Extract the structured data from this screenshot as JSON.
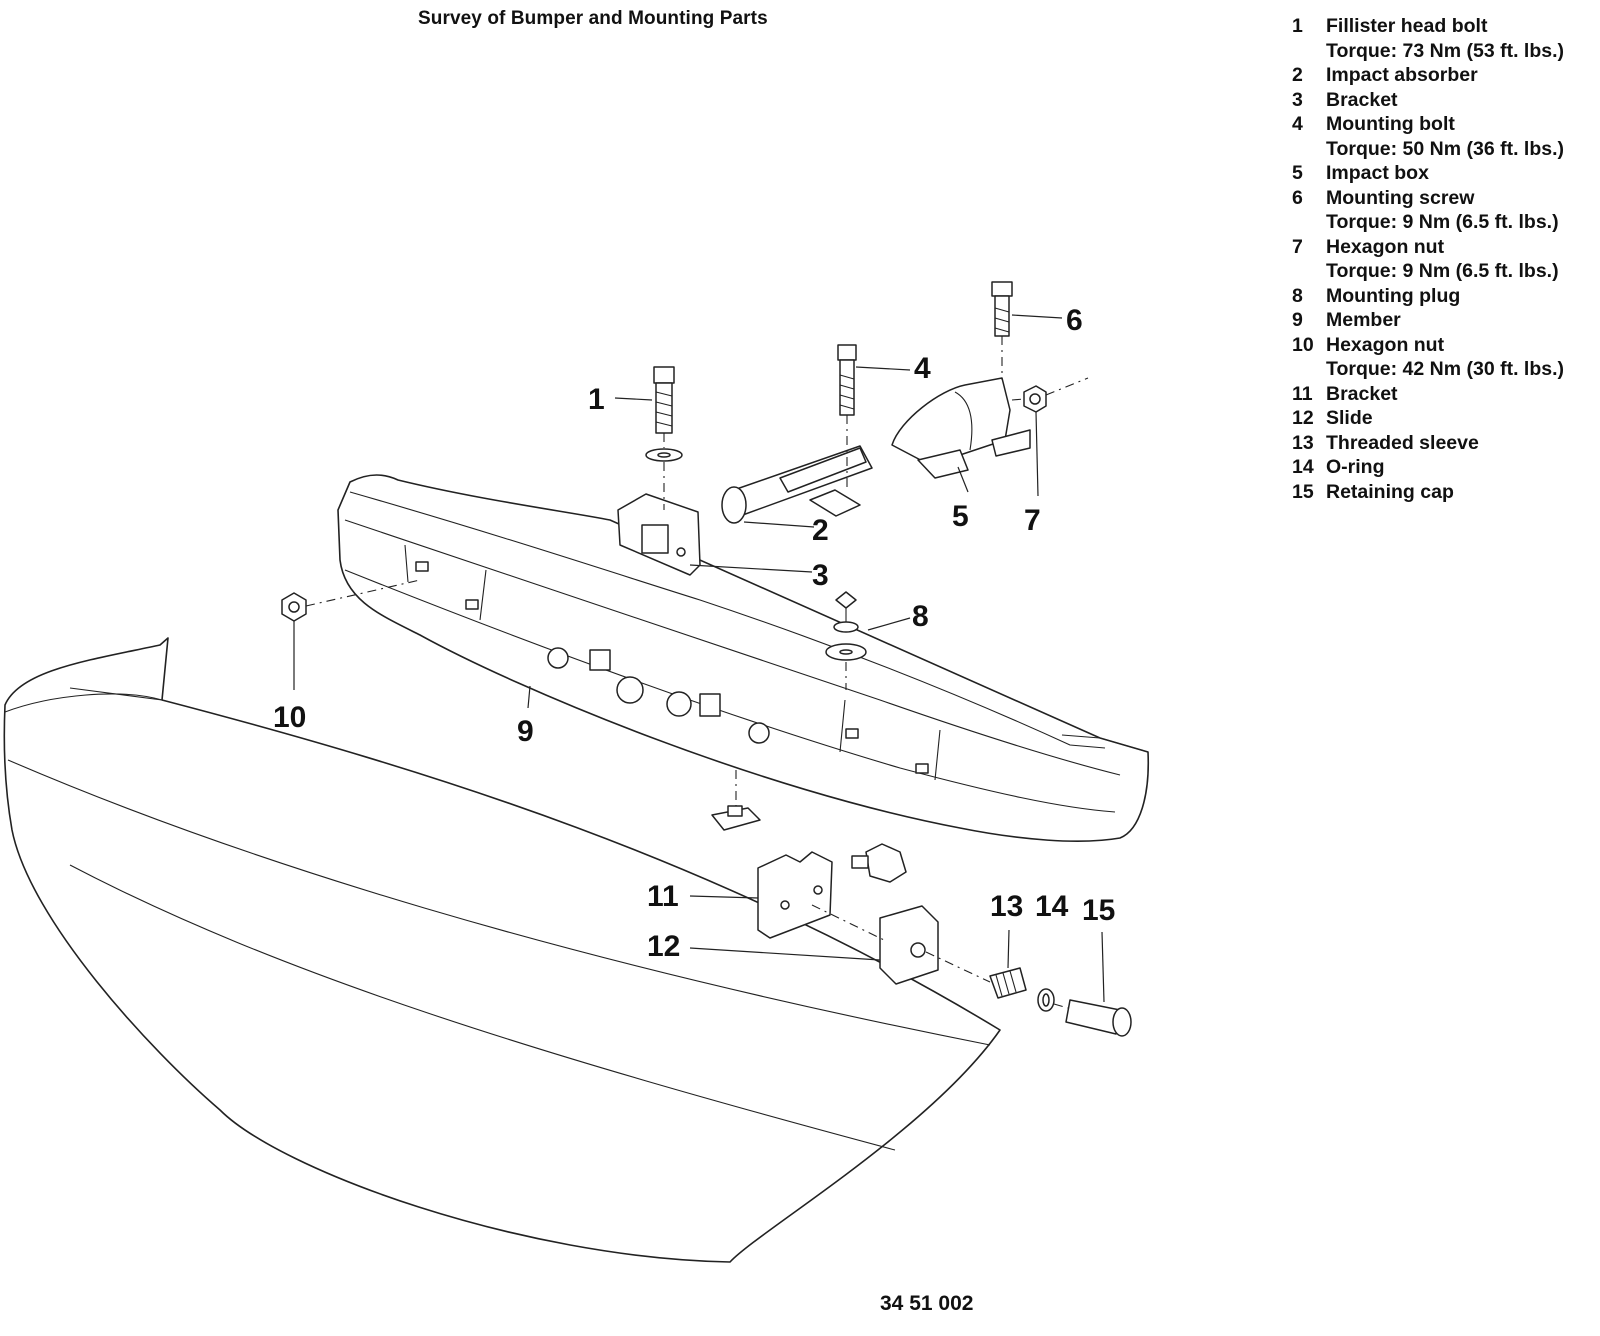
{
  "title": "Survey of Bumper and Mounting Parts",
  "figure_id": "34 51 002",
  "legend": [
    {
      "number": "1",
      "name": "Fillister head bolt",
      "torque": "Torque: 73 Nm (53 ft. lbs.)"
    },
    {
      "number": "2",
      "name": "Impact absorber"
    },
    {
      "number": "3",
      "name": "Bracket"
    },
    {
      "number": "4",
      "name": "Mounting bolt",
      "torque": "Torque: 50 Nm (36 ft. lbs.)"
    },
    {
      "number": "5",
      "name": "Impact box"
    },
    {
      "number": "6",
      "name": "Mounting screw",
      "torque": "Torque: 9 Nm (6.5 ft. lbs.)"
    },
    {
      "number": "7",
      "name": "Hexagon nut",
      "torque": "Torque: 9 Nm (6.5 ft. lbs.)"
    },
    {
      "number": "8",
      "name": "Mounting plug"
    },
    {
      "number": "9",
      "name": "Member"
    },
    {
      "number": "10",
      "name": "Hexagon nut",
      "torque": "Torque: 42 Nm (30 ft. lbs.)"
    },
    {
      "number": "11",
      "name": "Bracket"
    },
    {
      "number": "12",
      "name": "Slide"
    },
    {
      "number": "13",
      "name": "Threaded sleeve"
    },
    {
      "number": "14",
      "name": "O-ring"
    },
    {
      "number": "15",
      "name": "Retaining cap"
    }
  ],
  "callouts": [
    "1",
    "2",
    "3",
    "4",
    "5",
    "6",
    "7",
    "8",
    "9",
    "10",
    "11",
    "12",
    "13",
    "14",
    "15"
  ]
}
